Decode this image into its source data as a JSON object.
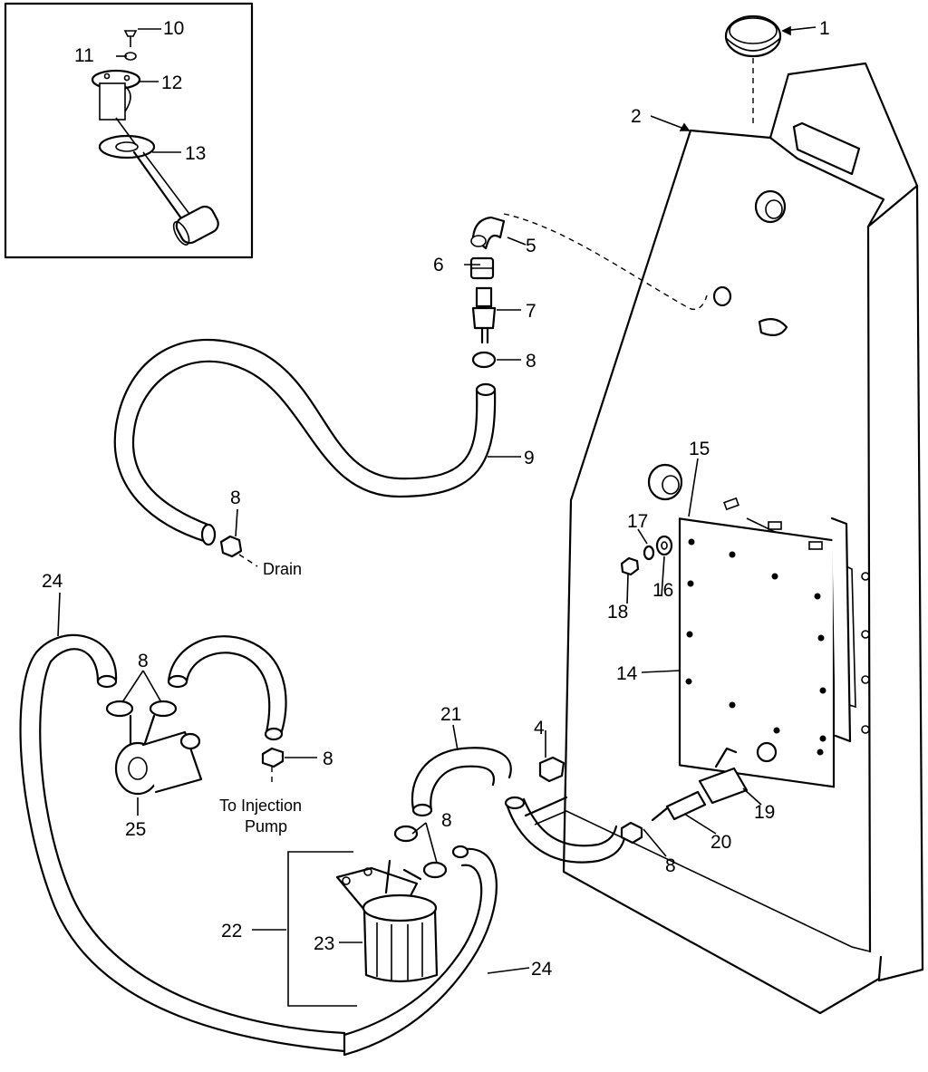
{
  "diagram": {
    "callouts": [
      {
        "id": "c1",
        "label": "1"
      },
      {
        "id": "c2",
        "label": "2"
      },
      {
        "id": "c4",
        "label": "4"
      },
      {
        "id": "c5",
        "label": "5"
      },
      {
        "id": "c6",
        "label": "6"
      },
      {
        "id": "c7",
        "label": "7"
      },
      {
        "id": "c8a",
        "label": "8"
      },
      {
        "id": "c9",
        "label": "9"
      },
      {
        "id": "c8b",
        "label": "8"
      },
      {
        "id": "c10",
        "label": "10"
      },
      {
        "id": "c11",
        "label": "11"
      },
      {
        "id": "c12",
        "label": "12"
      },
      {
        "id": "c13",
        "label": "13"
      },
      {
        "id": "c14",
        "label": "14"
      },
      {
        "id": "c15",
        "label": "15"
      },
      {
        "id": "c16",
        "label": "16"
      },
      {
        "id": "c17",
        "label": "17"
      },
      {
        "id": "c18",
        "label": "18"
      },
      {
        "id": "c19",
        "label": "19"
      },
      {
        "id": "c20",
        "label": "20"
      },
      {
        "id": "c8c",
        "label": "8"
      },
      {
        "id": "c21",
        "label": "21"
      },
      {
        "id": "c8d",
        "label": "8"
      },
      {
        "id": "c22",
        "label": "22"
      },
      {
        "id": "c23",
        "label": "23"
      },
      {
        "id": "c24a",
        "label": "24"
      },
      {
        "id": "c24b",
        "label": "24"
      },
      {
        "id": "c8e",
        "label": "8"
      },
      {
        "id": "c8f",
        "label": "8"
      },
      {
        "id": "c25",
        "label": "25"
      }
    ],
    "notes": {
      "drain": "Drain",
      "injection_line1": "To Injection",
      "injection_line2": "Pump"
    }
  }
}
